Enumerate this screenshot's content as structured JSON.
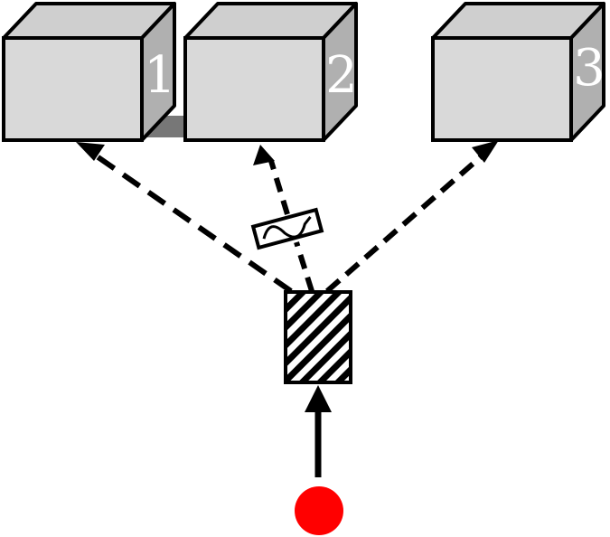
{
  "boxes": [
    {
      "label": "1"
    },
    {
      "label": "2"
    },
    {
      "label": "3"
    }
  ],
  "colors": {
    "box_front": "#d9d9d9",
    "box_top": "#cfcfcf",
    "box_side": "#b0b0b0",
    "box_label": "#ffffff",
    "connector": "#777777",
    "stroke": "#000000",
    "source": "#ff0000",
    "background": "#ffffff"
  }
}
